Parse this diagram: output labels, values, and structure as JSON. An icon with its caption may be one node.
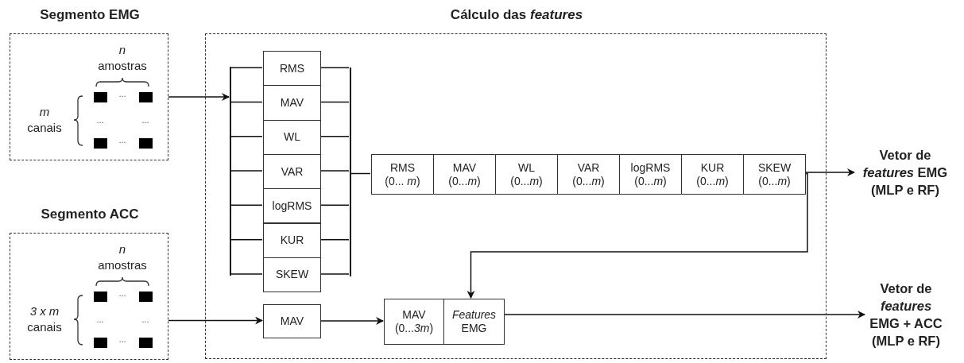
{
  "diagram": {
    "nodes": [
      {
        "text": [
          "Segmento EMG",
          "*n* amostras",
          "*m* canais"
        ]
      },
      {
        "text": [
          "Segmento ACC",
          "*n* amostras",
          "*3 x m* canais"
        ]
      },
      {
        "text": [
          "Cálculo das *features*"
        ]
      },
      {
        "text": [],
        "shape": "bar",
        "in": 2
      },
      {
        "text": [
          "RMS"
        ],
        "in": 2
      },
      {
        "text": [
          "MAV"
        ],
        "in": 2
      },
      {
        "text": [
          "WL"
        ],
        "in": 2
      },
      {
        "text": [
          "VAR"
        ],
        "in": 2
      },
      {
        "text": [
          "logRMS"
        ],
        "in": 2
      },
      {
        "text": [
          "KUR"
        ],
        "in": 2
      },
      {
        "text": [
          "SKEW"
        ],
        "in": 2
      },
      {
        "text": [],
        "shape": "bar",
        "in": 2
      },
      {
        "text": [
          "RMS (0... *m*)"
        ],
        "in": 2
      },
      {
        "text": [
          "MAV (0...*m*)"
        ],
        "in": 2
      },
      {
        "text": [
          "WL (0...*m*)"
        ],
        "in": 2
      },
      {
        "text": [
          "VAR (0...*m*)"
        ],
        "in": 2
      },
      {
        "text": [
          "logRMS (0...*m*)"
        ],
        "in": 2
      },
      {
        "text": [
          "KUR (0...*m*)"
        ],
        "in": 2
      },
      {
        "text": [
          "SKEW (0...*m*)"
        ],
        "in": 2
      },
      {
        "text": [
          "MAV"
        ],
        "in": 2
      },
      {
        "text": [
          "MAV (0...*3m*)"
        ],
        "in": 2
      },
      {
        "text": [
          "*Features* EMG"
        ],
        "in": 2
      },
      {
        "text": [
          "Vetor de *features* EMG (MLP e RF)"
        ]
      },
      {
        "text": [
          "Vetor de *features* EMG + ACC (MLP e RF)"
        ]
      }
    ],
    "edges": [
      {
        "from": 0,
        "to": 3,
        "arrow": "to"
      },
      {
        "from": 3,
        "to": 4,
        "arrow": "none"
      },
      {
        "from": 3,
        "to": 5,
        "arrow": "none"
      },
      {
        "from": 3,
        "to": 6,
        "arrow": "none"
      },
      {
        "from": 3,
        "to": 7,
        "arrow": "none"
      },
      {
        "from": 3,
        "to": 8,
        "arrow": "none"
      },
      {
        "from": 3,
        "to": 9,
        "arrow": "none"
      },
      {
        "from": 3,
        "to": 10,
        "arrow": "none"
      },
      {
        "from": 4,
        "to": 11,
        "arrow": "none"
      },
      {
        "from": 5,
        "to": 11,
        "arrow": "none"
      },
      {
        "from": 6,
        "to": 11,
        "arrow": "none"
      },
      {
        "from": 7,
        "to": 11,
        "arrow": "none"
      },
      {
        "from": 8,
        "to": 11,
        "arrow": "none"
      },
      {
        "from": 9,
        "to": 11,
        "arrow": "none"
      },
      {
        "from": 10,
        "to": 11,
        "arrow": "none"
      },
      {
        "from": 11,
        "to": 12,
        "arrow": "none"
      },
      {
        "from": 18,
        "to": 22,
        "arrow": "to"
      },
      {
        "from": 18,
        "to": 21,
        "arrow": "to"
      },
      {
        "from": 1,
        "to": 19,
        "arrow": "to"
      },
      {
        "from": 19,
        "to": 20,
        "arrow": "to"
      },
      {
        "from": 21,
        "to": 23,
        "arrow": "to"
      }
    ],
    "labels": [
      "...",
      "...",
      "...",
      "...",
      "...",
      "...",
      "...",
      "..."
    ]
  }
}
